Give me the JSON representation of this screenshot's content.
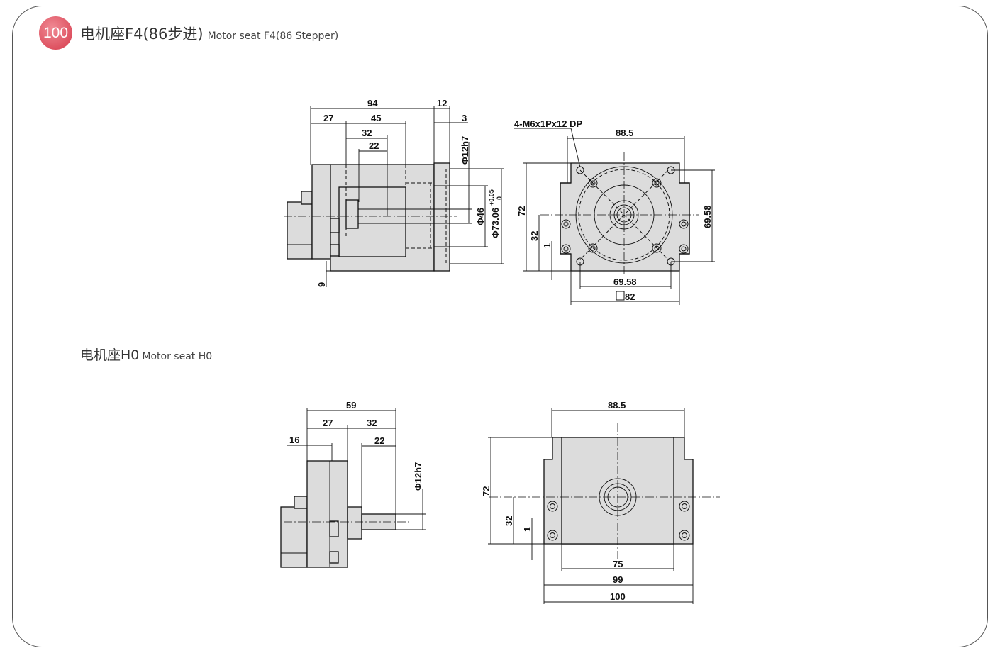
{
  "header": {
    "badge": "100",
    "title_cn": "电机座F4(86步进)",
    "title_en": "Motor seat F4(86   Stepper)"
  },
  "section2": {
    "title_cn": "电机座H0",
    "title_en": "Motor seat H0"
  },
  "f4_side": {
    "d94": "94",
    "d12": "12",
    "d27": "27",
    "d45": "45",
    "d3": "3",
    "d32": "32",
    "d22": "22",
    "phi12": "Φ12h7",
    "phi46": "Φ46",
    "phi73": "Φ73.06",
    "tol": "+0.05",
    "tol0": "0",
    "d9": "9"
  },
  "f4_front": {
    "thread": "4-M6x1Px12 DP",
    "d885": "88.5",
    "d72": "72",
    "d32": "32",
    "d1": "1",
    "d6958v": "69.58",
    "d6958h": "69.58",
    "d82": "82"
  },
  "h0_side": {
    "d59": "59",
    "d27": "27",
    "d32": "32",
    "d16": "16",
    "d22": "22",
    "phi12": "Φ12h7"
  },
  "h0_front": {
    "d885": "88.5",
    "d72": "72",
    "d32": "32",
    "d1": "1",
    "d75": "75",
    "d99": "99",
    "d100": "100"
  }
}
